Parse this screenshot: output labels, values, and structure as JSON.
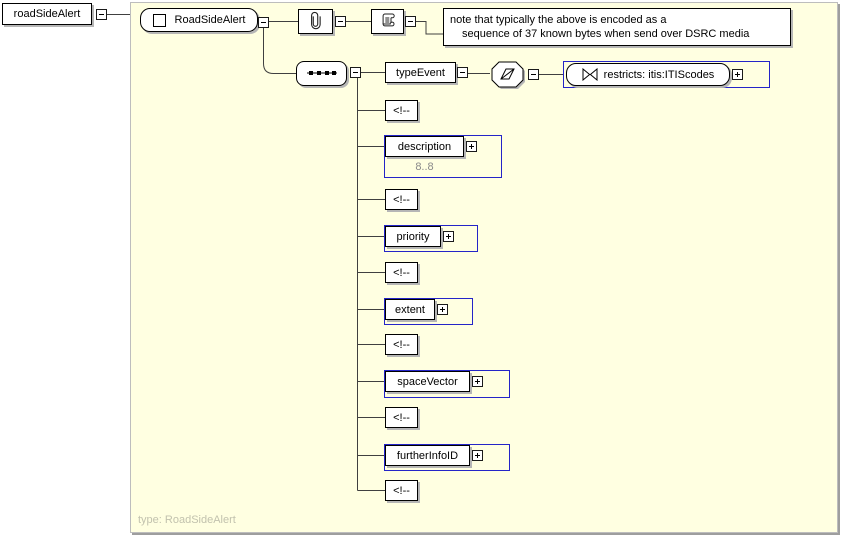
{
  "root_element": {
    "label": "roadSideAlert"
  },
  "diagram": {
    "node": {
      "label": "RoadSideAlert"
    },
    "type_caption": "type: RoadSideAlert",
    "note": {
      "line1": "note that typically the above is encoded as a",
      "line2": "sequence of 37 known bytes when send over DSRC media"
    },
    "restriction": {
      "label": "restricts: itis:ITIScodes"
    },
    "children": [
      {
        "kind": "element",
        "label": "typeEvent"
      },
      {
        "kind": "comment",
        "label": "<!--"
      },
      {
        "kind": "element",
        "label": "description",
        "cardinality": "8..8"
      },
      {
        "kind": "comment",
        "label": "<!--"
      },
      {
        "kind": "element",
        "label": "priority"
      },
      {
        "kind": "comment",
        "label": "<!--"
      },
      {
        "kind": "element",
        "label": "extent"
      },
      {
        "kind": "comment",
        "label": "<!--"
      },
      {
        "kind": "element",
        "label": "spaceVector"
      },
      {
        "kind": "comment",
        "label": "<!--"
      },
      {
        "kind": "element",
        "label": "furtherInfoID"
      },
      {
        "kind": "comment",
        "label": "<!--"
      }
    ]
  },
  "colors": {
    "panel_bg": "#ffffe1",
    "container_border": "#2424c8",
    "box_border": "#000000",
    "muted_text": "#8a8a8a",
    "faint_text": "#c2c2ae"
  }
}
